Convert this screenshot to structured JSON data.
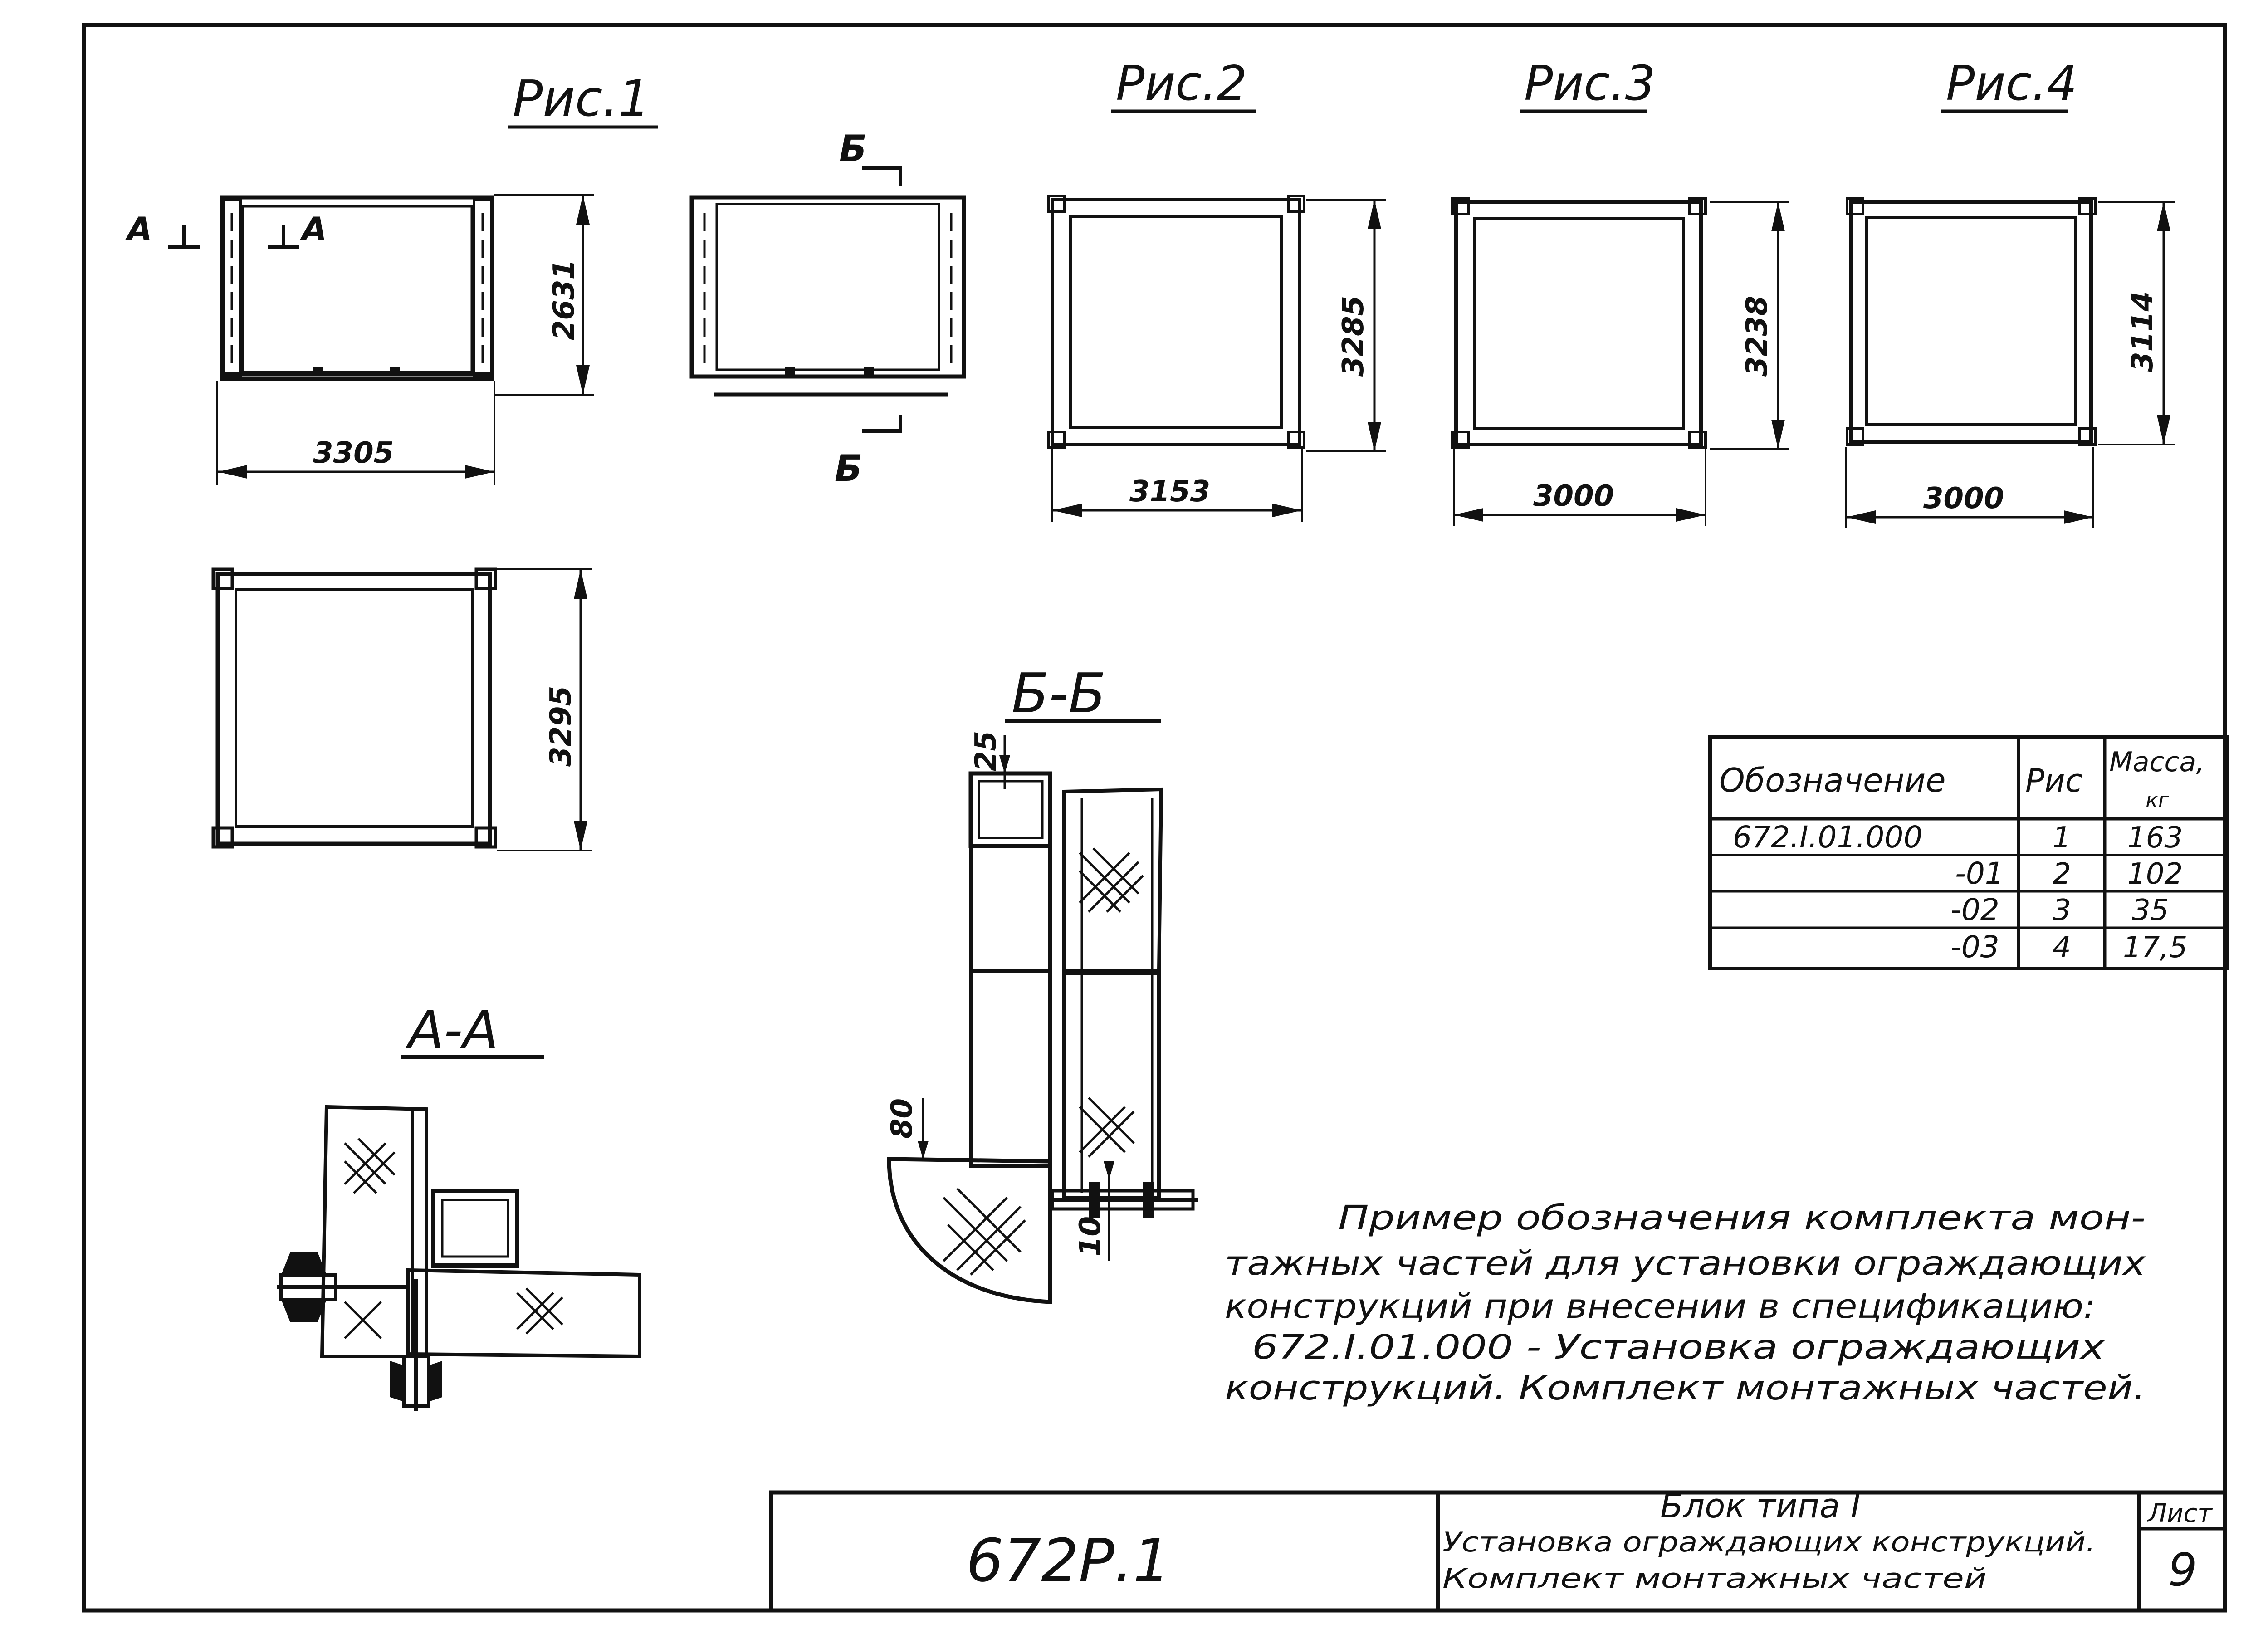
{
  "figures": {
    "fig1_title": "Рис.1",
    "fig2_title": "Рис.2",
    "fig3_title": "Рис.3",
    "fig4_title": "Рис.4",
    "section_aa_marker": "А",
    "section_bb_marker": "Б"
  },
  "dimensions": {
    "fig1_width": "3305",
    "fig1_height": "2631",
    "fig1_plan_height": "3295",
    "fig2_width": "3153",
    "fig2_height": "3285",
    "fig3_width": "3000",
    "fig3_height": "3238",
    "fig4_width": "3000",
    "fig4_height": "3114",
    "bb_top": "25",
    "bb_left": "80",
    "bb_bottom": "10"
  },
  "sections": {
    "aa_title": "А-А",
    "bb_title": "Б-Б"
  },
  "spec_table": {
    "headers": [
      "Обозначение",
      "Рис",
      "Масса, кг"
    ],
    "rows": [
      [
        "672.I.01.000",
        "1",
        "163"
      ],
      [
        "-01",
        "2",
        "102"
      ],
      [
        "-02",
        "3",
        "35"
      ],
      [
        "-03",
        "4",
        "17,5"
      ]
    ]
  },
  "note": {
    "line1": "Пример обозначения комплекта мон-",
    "line2": "тажных частей для установки ограждающих",
    "line3": "конструкций при внесении в спецификацию:",
    "line4": "672.I.01.000 - Установка ограждающих",
    "line5": "конструкций. Комплект монтажных частей."
  },
  "title_block": {
    "doc_code": "672Р.1",
    "block_name": "Блок типа I",
    "desc_line1": "Установка ограждающих конструкций.",
    "desc_line2": "Комплект монтажных частей",
    "sheet_label": "Лист",
    "sheet_number": "9"
  }
}
